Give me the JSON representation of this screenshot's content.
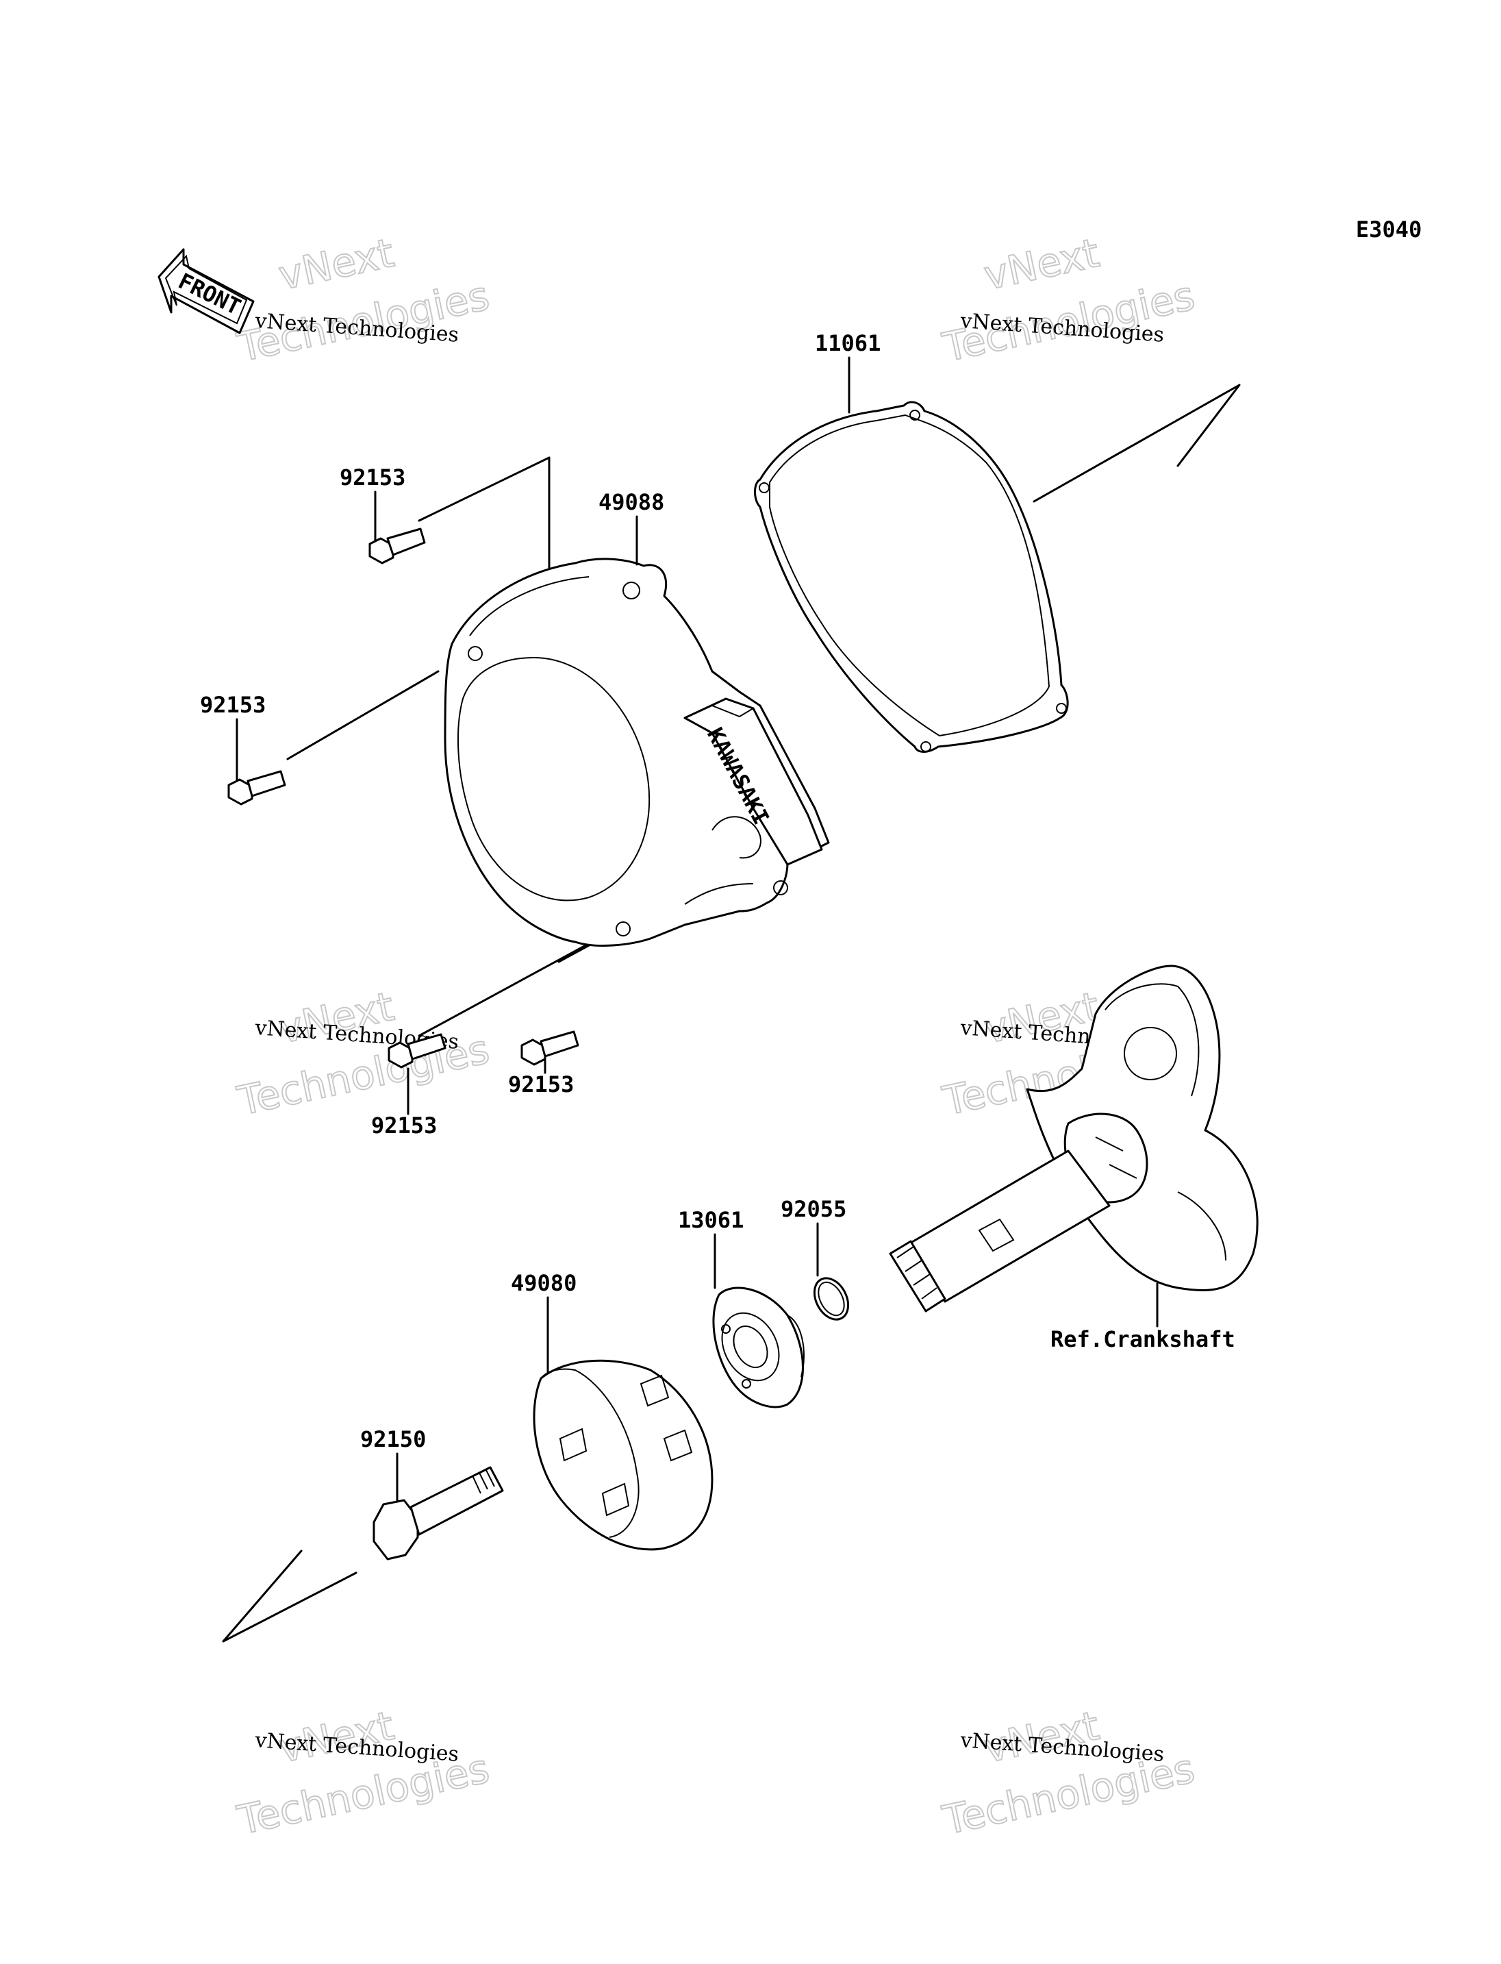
{
  "diagram": {
    "code": "E3040",
    "front_marker": "FRONT",
    "cover_brand": "KAWASAKI",
    "reference_label": "Ref.Crankshaft",
    "parts": [
      {
        "id": "p-11061",
        "number": "11061"
      },
      {
        "id": "p-92153-a",
        "number": "92153"
      },
      {
        "id": "p-49088",
        "number": "49088"
      },
      {
        "id": "p-92153-b",
        "number": "92153"
      },
      {
        "id": "p-92153-c",
        "number": "92153"
      },
      {
        "id": "p-92153-d",
        "number": "92153"
      },
      {
        "id": "p-13061",
        "number": "13061"
      },
      {
        "id": "p-92055",
        "number": "92055"
      },
      {
        "id": "p-49080",
        "number": "49080"
      },
      {
        "id": "p-92150",
        "number": "92150"
      }
    ]
  },
  "watermarks": [
    {
      "small": "vNext Technologies",
      "big1": "vNext",
      "big2": "Technologies"
    },
    {
      "small": "vNext Technologies",
      "big1": "vNext",
      "big2": "Technologies"
    },
    {
      "small": "vNext Technologies",
      "big1": "vNext",
      "big2": "Technologies"
    },
    {
      "small": "vNext Technologies",
      "big1": "vNext",
      "big2": "Technologies"
    },
    {
      "small": "vNext Technologies",
      "big1": "vNext",
      "big2": "Technologies"
    },
    {
      "small": "vNext Technologies",
      "big1": "vNext",
      "big2": "Technologies"
    }
  ]
}
